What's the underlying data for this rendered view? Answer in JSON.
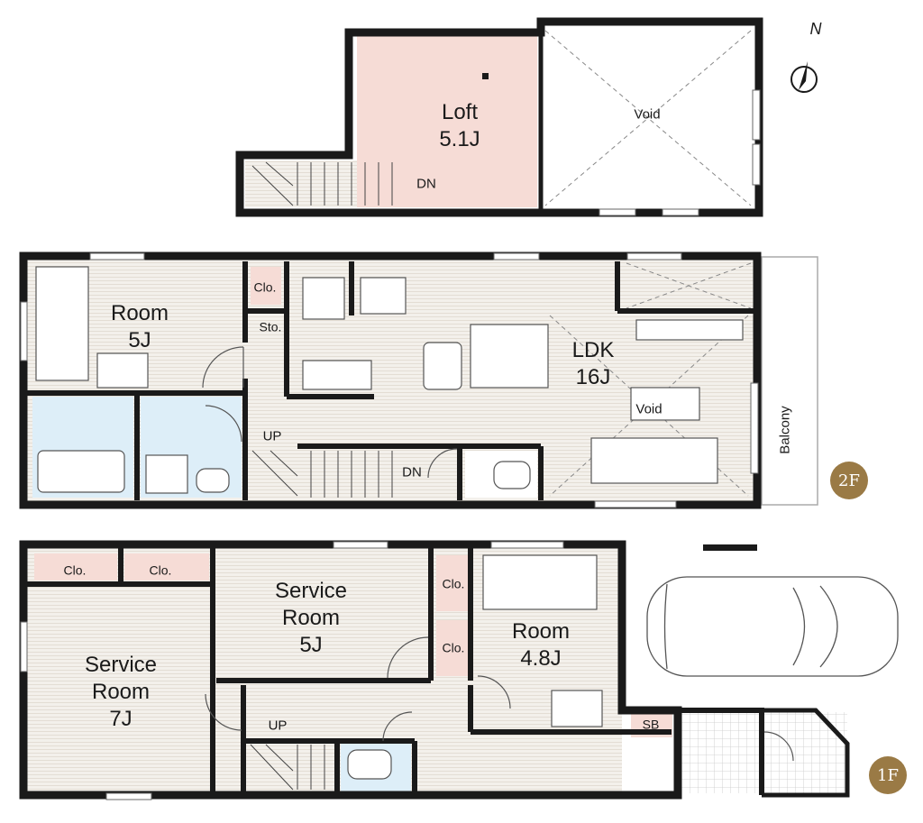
{
  "north": {
    "label": "N"
  },
  "floors": {
    "loft": {
      "room_name": "Loft",
      "room_size": "5.1J",
      "void_label": "Void",
      "stair_dn": "DN"
    },
    "second": {
      "badge": "2F",
      "room_name": "Room",
      "room_size": "5J",
      "clo": "Clo.",
      "sto": "Sto.",
      "ldk_name": "LDK",
      "ldk_size": "16J",
      "void_label": "Void",
      "balcony": "Balcony",
      "stair_up": "UP",
      "stair_dn": "DN"
    },
    "first": {
      "badge": "1F",
      "clo_1": "Clo.",
      "clo_2": "Clo.",
      "clo_3": "Clo.",
      "clo_4": "Clo.",
      "service_room_a_line1": "Service",
      "service_room_a_line2": "Room",
      "service_room_a_size": "5J",
      "service_room_b_line1": "Service",
      "service_room_b_line2": "Room",
      "service_room_b_size": "7J",
      "room_name": "Room",
      "room_size": "4.8J",
      "stair_up": "UP",
      "sb": "SB"
    }
  },
  "colors": {
    "wall": "#1a1a1a",
    "loft_fill": "#f6dcd6",
    "closet_fill": "#f6dcd6",
    "wet_fill": "#ddeef8",
    "floor_fill": "#f1eee9",
    "badge": "#9a7a45"
  }
}
